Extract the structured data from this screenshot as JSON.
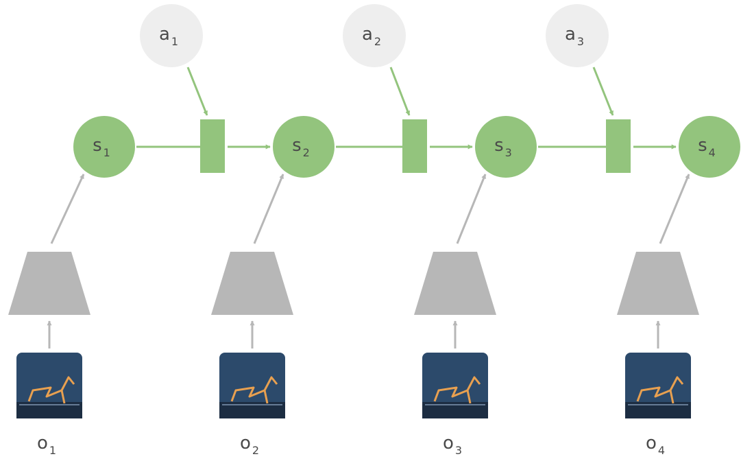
{
  "diagram": {
    "colors": {
      "state": "#93c47d",
      "action": "#eeeeee",
      "encoder": "#b7b7b7",
      "arrow_green": "#93c47d",
      "arrow_gray": "#b7b7b7",
      "text": "#4a4a4a",
      "frame_bg": "#2c4a6b",
      "walker": "#e8a050"
    },
    "states": [
      {
        "main": "s",
        "sub": "1"
      },
      {
        "main": "s",
        "sub": "2"
      },
      {
        "main": "s",
        "sub": "3"
      },
      {
        "main": "s",
        "sub": "4"
      }
    ],
    "actions": [
      {
        "main": "a",
        "sub": "1"
      },
      {
        "main": "a",
        "sub": "2"
      },
      {
        "main": "a",
        "sub": "3"
      }
    ],
    "observations": [
      {
        "main": "o",
        "sub": "1"
      },
      {
        "main": "o",
        "sub": "2"
      },
      {
        "main": "o",
        "sub": "3"
      },
      {
        "main": "o",
        "sub": "4"
      }
    ]
  }
}
